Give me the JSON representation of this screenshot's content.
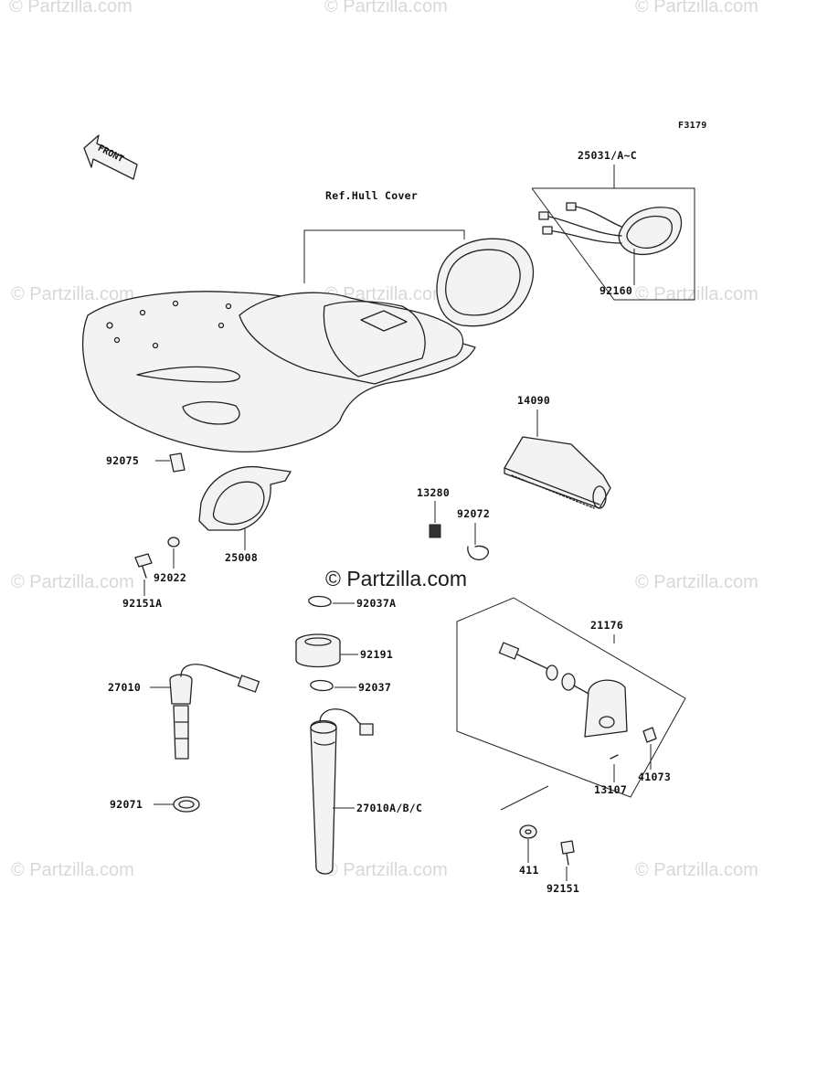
{
  "figure_code": "F3179",
  "front_label": "FRONT",
  "ref_label": "Ref.Hull Cover",
  "watermark": "© Partzilla.com",
  "center_watermark": "© Partzilla.com",
  "parts": {
    "p25031": "25031/A~C",
    "p92160": "92160",
    "p14090": "14090",
    "p92075": "92075",
    "p25008": "25008",
    "p13280": "13280",
    "p92072": "92072",
    "p92022": "92022",
    "p92151A": "92151A",
    "p92037A": "92037A",
    "p21176": "21176",
    "p92191": "92191",
    "p27010": "27010",
    "p92037": "92037",
    "p41073": "41073",
    "p13107": "13107",
    "p92071": "92071",
    "p27010ABC": "27010A/B/C",
    "p411": "411",
    "p92151": "92151"
  }
}
